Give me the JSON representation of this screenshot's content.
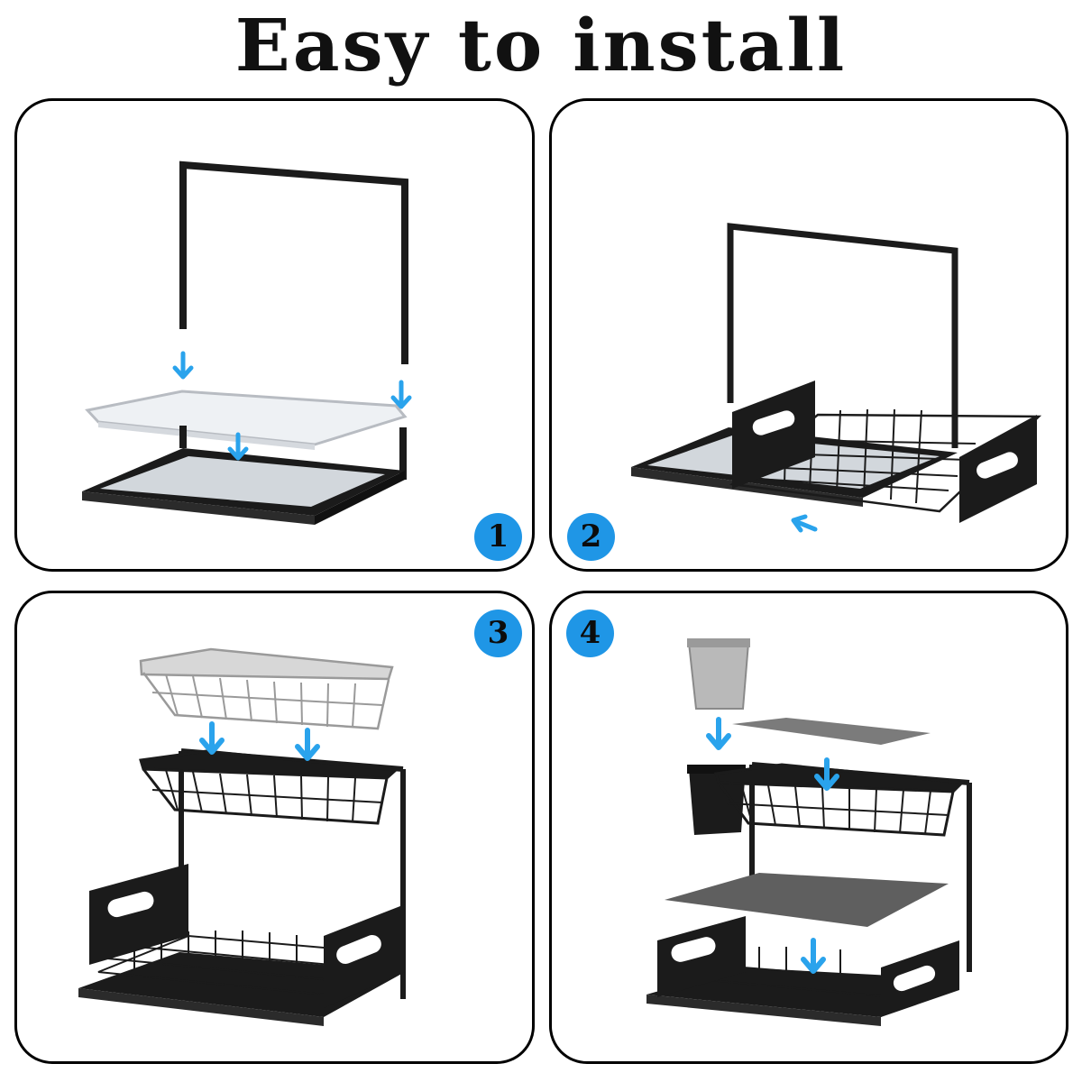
{
  "title": "Easy to install",
  "steps": [
    {
      "number": "1"
    },
    {
      "number": "2"
    },
    {
      "number": "3"
    },
    {
      "number": "4"
    }
  ],
  "colors": {
    "frame": "#1b1b1b",
    "arrow": "#2aa3ec",
    "badge": "#1f96e6",
    "glass": "#d9dde2",
    "ghost": "#9a9a9a"
  }
}
